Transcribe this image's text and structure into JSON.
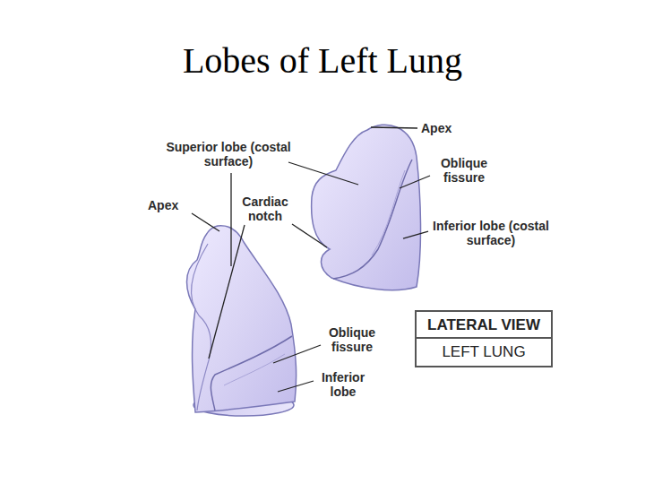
{
  "diagram": {
    "title": "Lobes of Left Lung",
    "nodes": [
      {
        "text": [
          "LATERAL VIEW",
          "LEFT LUNG"
        ]
      }
    ],
    "labels": [
      "Apex",
      "Superior lobe (costal surface)",
      "Oblique fissure",
      "Apex",
      "Cardiac notch",
      "Inferior lobe (costal surface)",
      "Oblique fissure",
      "Inferior lobe"
    ]
  }
}
